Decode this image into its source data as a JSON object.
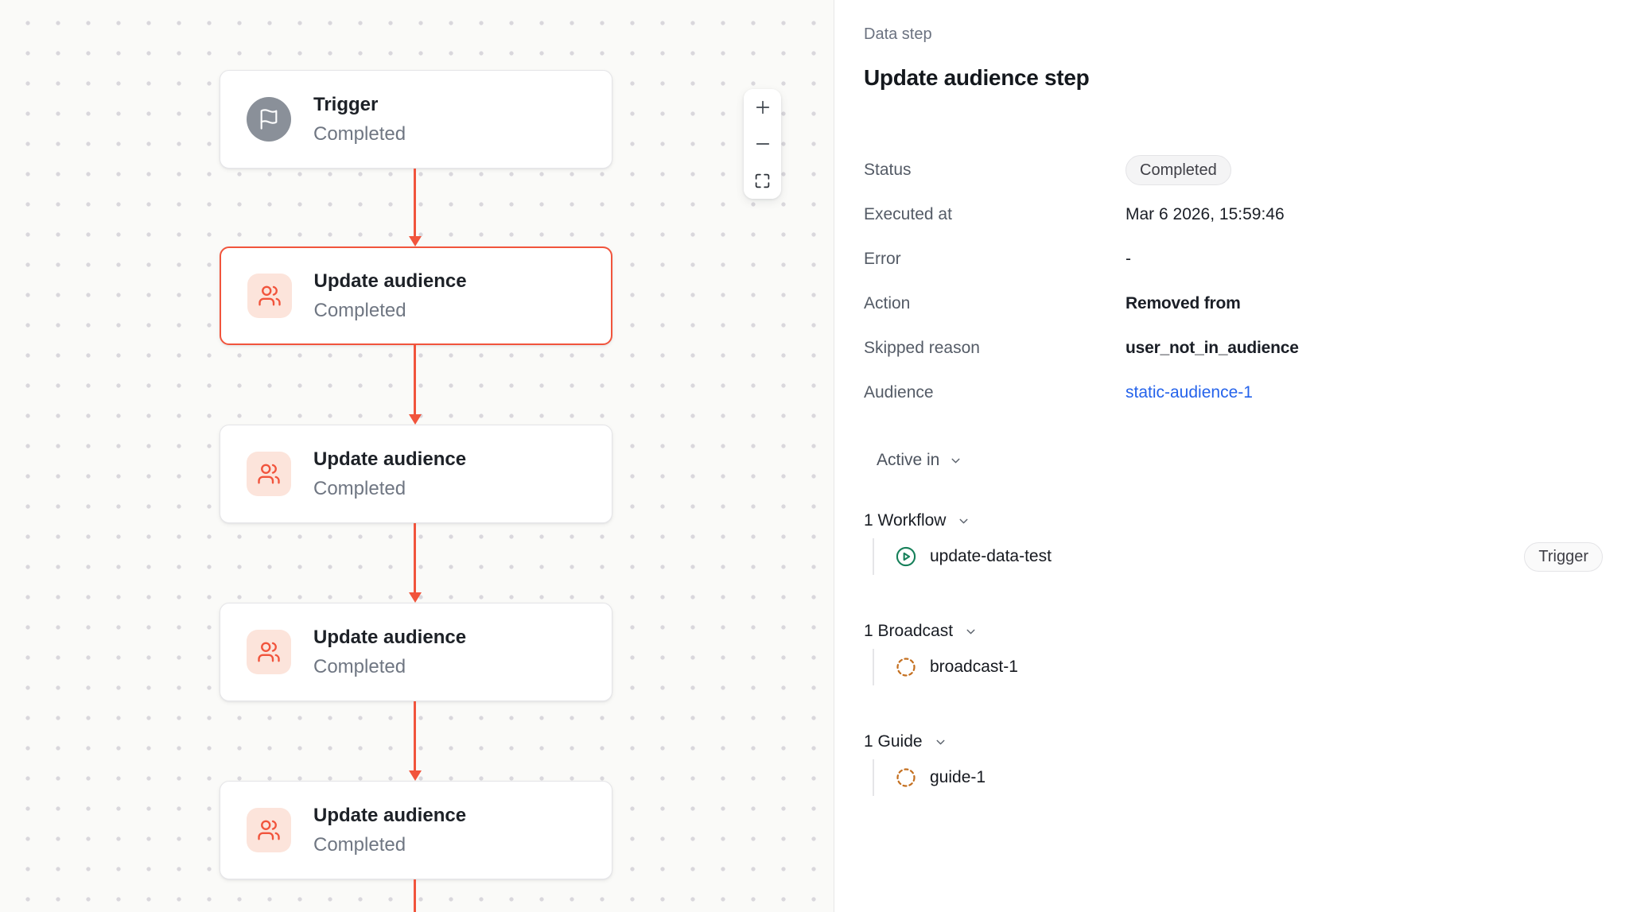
{
  "canvas": {
    "nodes": [
      {
        "title": "Trigger",
        "subtitle": "Completed",
        "icon": "flag-icon",
        "selected": false
      },
      {
        "title": "Update audience",
        "subtitle": "Completed",
        "icon": "users-icon",
        "selected": true
      },
      {
        "title": "Update audience",
        "subtitle": "Completed",
        "icon": "users-icon",
        "selected": false
      },
      {
        "title": "Update audience",
        "subtitle": "Completed",
        "icon": "users-icon",
        "selected": false
      },
      {
        "title": "Update audience",
        "subtitle": "Completed",
        "icon": "users-icon",
        "selected": false
      }
    ],
    "zoom_controls": {
      "buttons": [
        "zoom-in",
        "zoom-out",
        "fit-view"
      ]
    }
  },
  "panel": {
    "eyebrow": "Data step",
    "title": "Update audience step",
    "fields": [
      {
        "label": "Status",
        "value": "Completed",
        "type": "badge"
      },
      {
        "label": "Executed at",
        "value": "Mar 6 2026, 15:59:46",
        "type": "text"
      },
      {
        "label": "Error",
        "value": "-",
        "type": "text"
      },
      {
        "label": "Action",
        "value": "Removed from",
        "type": "strong"
      },
      {
        "label": "Skipped reason",
        "value": "user_not_in_audience",
        "type": "strong"
      },
      {
        "label": "Audience",
        "value": "static-audience-1",
        "type": "link"
      }
    ],
    "active_in": {
      "label": "Active in",
      "groups": [
        {
          "header": "1 Workflow",
          "items": [
            {
              "name": "update-data-test",
              "icon": "play-circle-icon",
              "badge": "Trigger"
            }
          ]
        },
        {
          "header": "1 Broadcast",
          "items": [
            {
              "name": "broadcast-1",
              "icon": "dashed-circle-icon"
            }
          ]
        },
        {
          "header": "1 Guide",
          "items": [
            {
              "name": "guide-1",
              "icon": "dashed-circle-icon"
            }
          ]
        }
      ]
    }
  },
  "colors": {
    "accent": "#f1543c",
    "accent_bg": "#fce4db",
    "trigger_gray": "#8a9099",
    "link_blue": "#2563eb",
    "workflow_green": "#17805a",
    "broadcast_amber": "#c46f1f",
    "badge_bg": "#f4f4f5",
    "canvas_bg": "#fafaf8"
  }
}
